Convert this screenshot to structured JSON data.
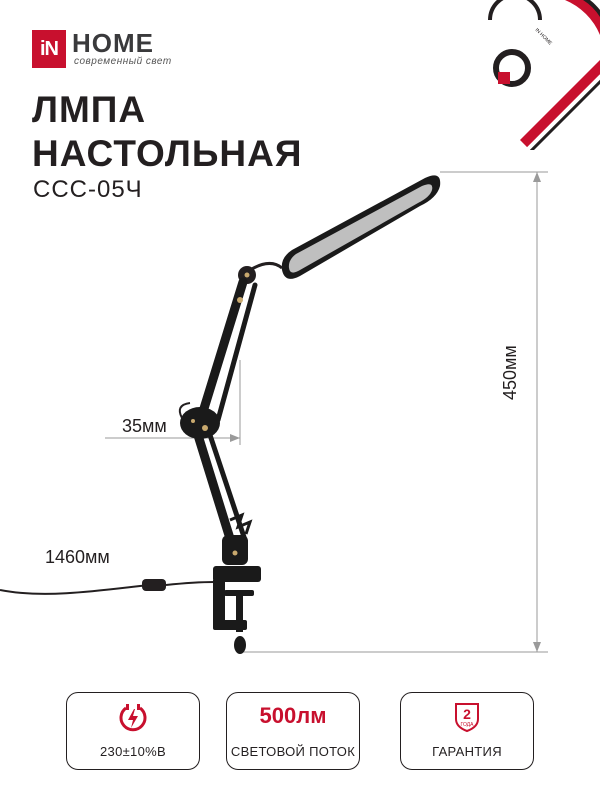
{
  "brand": {
    "logo_box": "iN",
    "logo_word": "HOME",
    "tagline": "современный свет",
    "colors": {
      "accent": "#c8102e",
      "text": "#231f20"
    }
  },
  "product": {
    "title_line1": "ЛМПА",
    "title_line2": "НАСТОЛЬНАЯ",
    "model": "ССС-05Ч"
  },
  "dimensions": {
    "height": "450мм",
    "width": "35мм",
    "cord": "1460мм"
  },
  "specs": [
    {
      "icon": "lightning-plug-icon",
      "value": "",
      "label": "230±10%В"
    },
    {
      "icon": "",
      "value": "500лм",
      "label": "СВЕТОВОЙ ПОТОК"
    },
    {
      "icon": "shield-2-icon",
      "value": "",
      "label": "ГАРАНТИЯ",
      "badge_text": "2",
      "badge_sub": "ГОДА"
    }
  ],
  "decor": {
    "ribbon_text": "IN HOME"
  }
}
